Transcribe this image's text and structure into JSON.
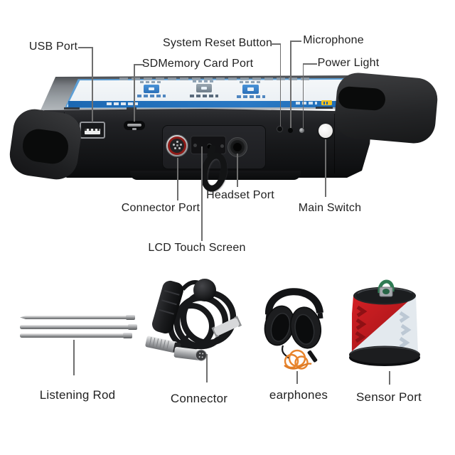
{
  "labels": {
    "usb_port": "USB Port",
    "sdmemory_card_port": "SDMemory Card Port",
    "system_reset_button": "System Reset Button",
    "microphone": "Microphone",
    "power_light": "Power Light",
    "connector_port": "Connector Port",
    "headset_port": "Headset Port",
    "main_switch": "Main Switch",
    "lcd_touch_screen": "LCD Touch Screen",
    "listening_rod": "Listening Rod",
    "connector": "Connector",
    "earphones": "earphones",
    "sensor_port": "Sensor Port"
  },
  "device": {
    "screen": {
      "icon_tiles": 3,
      "has_status_bar": true,
      "battery_icon": "battery-icon"
    }
  },
  "colors": {
    "background": "#ffffff",
    "device_body": "#17181a",
    "screen_blue": "#2a79c4",
    "screen_white": "#f3f6f8",
    "sensor_red": "#c01a1e",
    "cable_orange": "#e8842c",
    "battery_yellow": "#f0c11e",
    "connector_ring_red": "#8e1b17",
    "label_text": "#222222",
    "leader_line": "#6e6e6e",
    "sensor_handle_green": "#2f7b53"
  }
}
